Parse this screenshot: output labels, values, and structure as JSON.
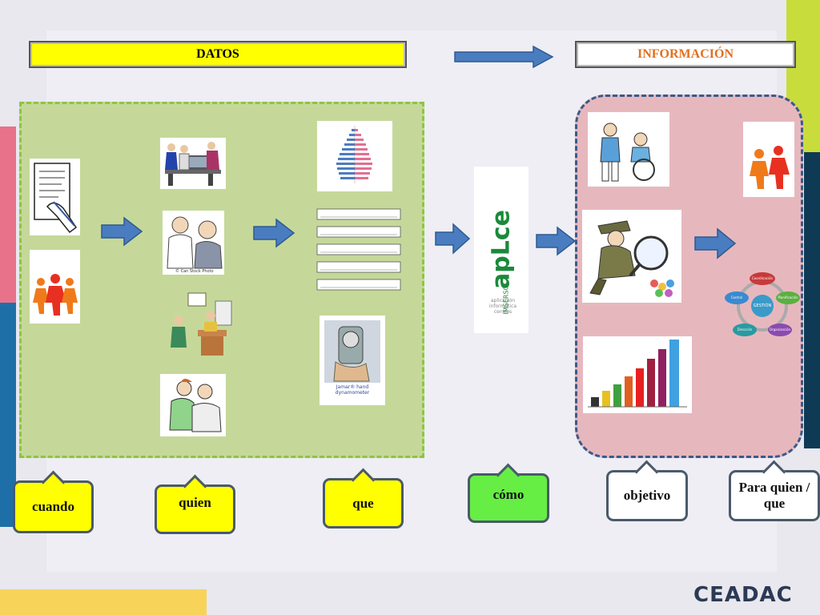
{
  "headers": {
    "datos": "DATOS",
    "informacion": "INFORMACIÓN"
  },
  "callouts": {
    "cuando": "cuando",
    "quien": "quien",
    "que": "que",
    "como": "cómo",
    "objetivo": "objetivo",
    "para_quien": "Para quien / que"
  },
  "photo_credit": "© Can Stock Photo",
  "dynamometer_caption": "Jamar® hand dynamometer",
  "aplce_logo": {
    "main": "apLce",
    "side": "IMSERSO",
    "sub": "aplicación informática centros"
  },
  "management_cycle": {
    "center": "GESTIÓN",
    "nodes": [
      "Coordinación",
      "Planificación",
      "Organización",
      "Dirección",
      "Control"
    ]
  },
  "brand": "CEADAC",
  "colors": {
    "datos_bg": "#ffff00",
    "info_text": "#e07020",
    "arrow": "#4a7cc0",
    "green_panel": "#c5d89a",
    "pink_panel": "#e6b8be",
    "callout_yellow": "#ffff00",
    "callout_green": "#66ee44",
    "callout_white": "#ffffff"
  }
}
